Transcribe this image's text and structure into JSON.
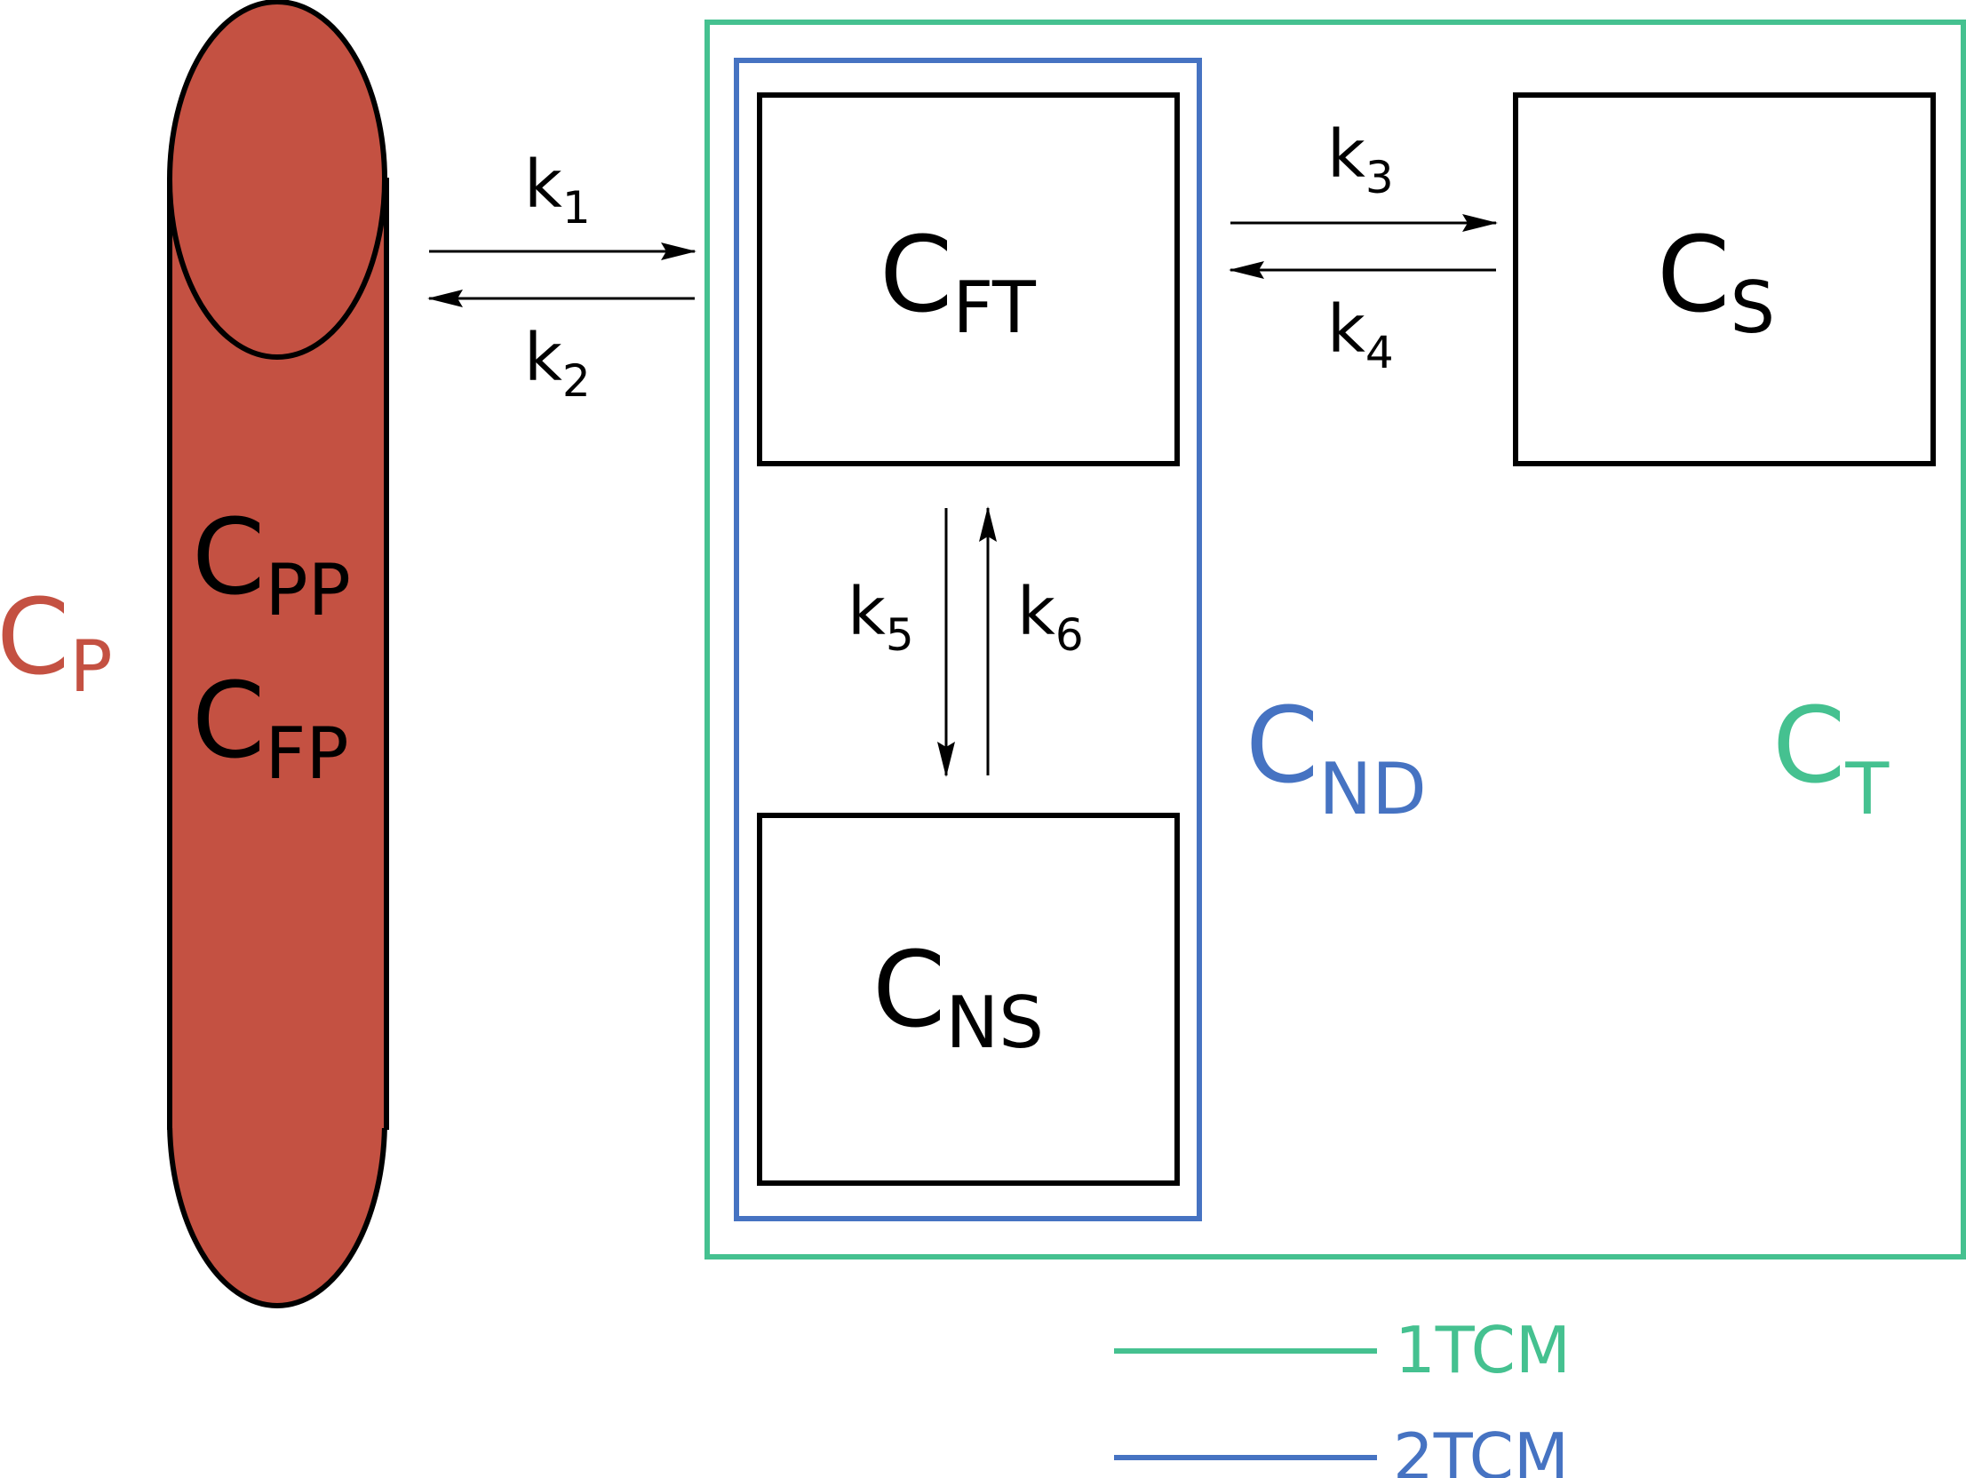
{
  "colors": {
    "plasma": "#c45142",
    "nd": "#4673c2",
    "total": "#45c190",
    "stroke": "#000000"
  },
  "plasma": {
    "label": {
      "main": "C",
      "sub": "P"
    },
    "pp": {
      "main": "C",
      "sub": "PP"
    },
    "fp": {
      "main": "C",
      "sub": "FP"
    }
  },
  "compartments": {
    "ft": {
      "main": "C",
      "sub": "FT"
    },
    "s": {
      "main": "C",
      "sub": "S"
    },
    "ns": {
      "main": "C",
      "sub": "NS"
    }
  },
  "regions": {
    "nd": {
      "main": "C",
      "sub": "ND"
    },
    "t": {
      "main": "C",
      "sub": "T"
    }
  },
  "rates": {
    "k1": {
      "main": "k",
      "sub": "1"
    },
    "k2": {
      "main": "k",
      "sub": "2"
    },
    "k3": {
      "main": "k",
      "sub": "3"
    },
    "k4": {
      "main": "k",
      "sub": "4"
    },
    "k5": {
      "main": "k",
      "sub": "5"
    },
    "k6": {
      "main": "k",
      "sub": "6"
    }
  },
  "legend": [
    {
      "label": "1TCM",
      "color": "total"
    },
    {
      "label": "2TCM",
      "color": "nd"
    }
  ]
}
